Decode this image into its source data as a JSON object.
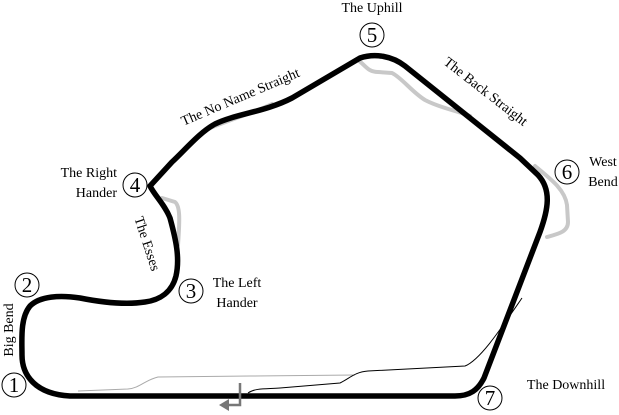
{
  "colors": {
    "track": "#000000",
    "alternate": "#c8c8c8",
    "pit_arrow": "#777777"
  },
  "corners": [
    {
      "number": "1",
      "name": ""
    },
    {
      "number": "2",
      "name": ""
    },
    {
      "number": "3",
      "name_line1": "The Left",
      "name_line2": "Hander"
    },
    {
      "number": "4",
      "name_line1": "The Right",
      "name_line2": "Hander"
    },
    {
      "number": "5",
      "name": "The Uphill"
    },
    {
      "number": "6",
      "name_line1": "West",
      "name_line2": "Bend"
    },
    {
      "number": "7",
      "name": "The Downhill"
    }
  ],
  "sections": {
    "big_bend": "Big Bend",
    "esses": "The Esses",
    "no_name": "The No Name Straight",
    "back_straight": "The Back Straight"
  },
  "icons": {
    "pit_direction": "pit-arrow-icon"
  }
}
